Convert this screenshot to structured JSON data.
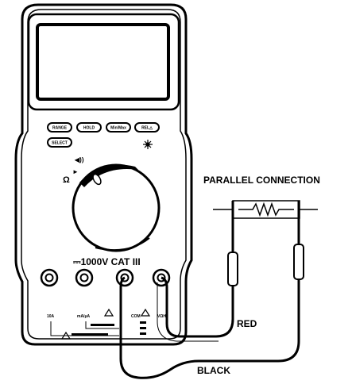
{
  "buttons": {
    "range": "RANGE",
    "hold": "HOLD",
    "minmax": "Min/Max",
    "rel": "REL△",
    "select": "SELECT"
  },
  "labels": {
    "voltage_rating": "⎓1000V CAT III",
    "parallel_connection": "PARALLEL CONNECTION",
    "red": "RED",
    "black": "BLACK",
    "ten_a": "10A",
    "ma_ua": "mA/μA",
    "com": "COM",
    "v_ohm": "VΩHz",
    "ohm_symbol": "Ω",
    "beep_symbol": "◀))"
  },
  "colors": {
    "ink": "#000000",
    "paper": "#ffffff"
  }
}
